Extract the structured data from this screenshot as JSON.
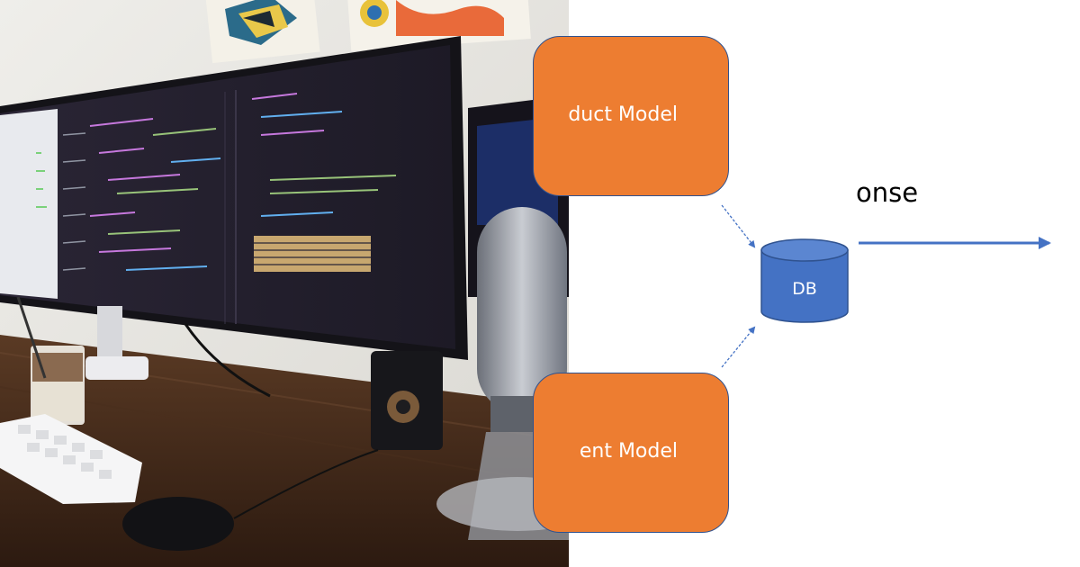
{
  "diagram": {
    "product_model_label": "duct Model",
    "comment_model_label": "ent Model",
    "db_label": "DB",
    "response_label": "onse"
  },
  "colors": {
    "model_fill": "#ED7D31",
    "db_fill": "#4472C4",
    "arrow": "#4472C4",
    "outline": "#2F528F"
  }
}
